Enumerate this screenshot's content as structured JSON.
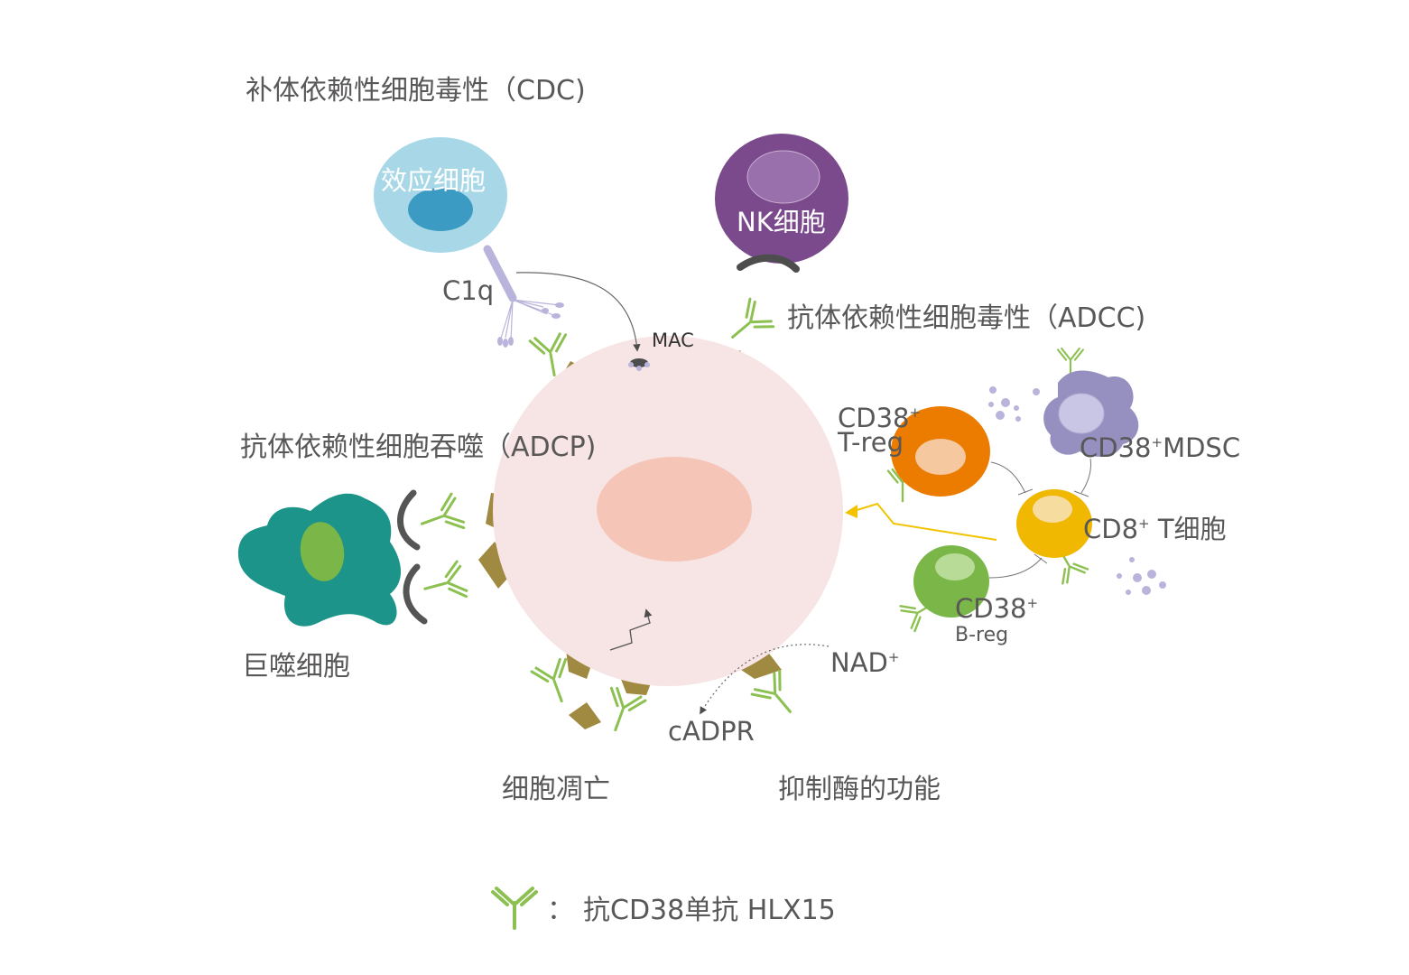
{
  "labels": {
    "cdc": "补体依赖性细胞毒性（CDC)",
    "effector_cell": "效应细胞",
    "c1q": "C1q",
    "mac": "MAC",
    "nk_cell": "NK细胞",
    "adcc": "抗体依赖性细胞毒性（ADCC)",
    "adcp": "抗体依赖性细胞吞噬（ADCP)",
    "macrophage": "巨噬细胞",
    "treg_name": "CD38",
    "treg_sup": "+",
    "treg_sub": "T-reg",
    "mdsc_name": "CD38",
    "mdsc_sup": "+",
    "mdsc_suffix": "MDSC",
    "cd8_name": "CD8",
    "cd8_sup": "+",
    "cd8_suffix": " T细胞",
    "breg_name": "CD38",
    "breg_sup": "+",
    "breg_sub": "B-reg",
    "nad": "NAD",
    "nad_sup": "+",
    "cadpr": "cADPR",
    "apoptosis": "细胞凋亡",
    "enzyme": "抑制酶的功能"
  },
  "legend": {
    "separator": "：",
    "text": "抗CD38单抗 HLX15"
  },
  "colors": {
    "antibody": "#8cc152",
    "receptor": "#a08940",
    "tumor_cell": "#f7e4e4",
    "tumor_nucleus": "#f5c6b8",
    "effector_cell": "#a8d8e8",
    "effector_nucleus": "#3b9bc2",
    "nk_cell": "#7b4a8c",
    "macrophage": "#1d9489",
    "treg": "#ec7c00",
    "cd8": "#f0b800",
    "breg": "#7ab648",
    "mdsc": "#9590bf",
    "signal": "#f3c300",
    "text": "#595757"
  }
}
